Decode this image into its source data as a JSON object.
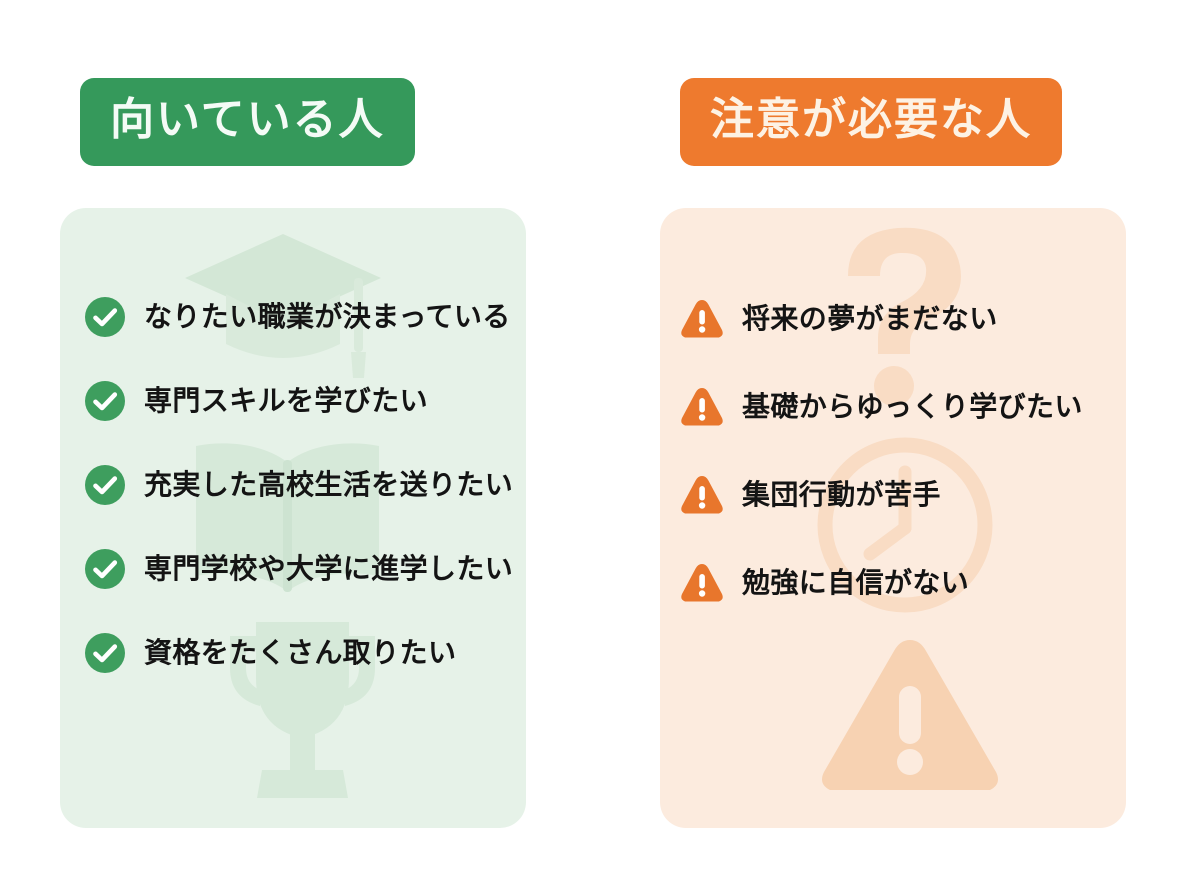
{
  "meta": {
    "background_color": "#FFFFFF",
    "accent_green": "#35995B",
    "accent_orange": "#EE7A2E",
    "panel_green_bg": "#E6F2E8",
    "panel_orange_bg": "#FCEBDE",
    "text_color": "#141414"
  },
  "columns": [
    {
      "badge": {
        "label": "向いている人",
        "background_color": "#35995B",
        "text_color": "#F4FBF6"
      },
      "panel": {
        "background_color": "#E6F2E8",
        "watermarks": [
          {
            "name": "graduation-cap-watermark",
            "label": "graduation-cap-icon"
          },
          {
            "name": "open-book-watermark",
            "label": "open-book-icon"
          },
          {
            "name": "trophy-watermark",
            "label": "trophy-icon"
          }
        ]
      },
      "items": [
        {
          "icon": "check-circle-icon",
          "text": "なりたい職業が決まっている"
        },
        {
          "icon": "check-circle-icon",
          "text": "専門スキルを学びたい"
        },
        {
          "icon": "check-circle-icon",
          "text": "充実した高校生活を送りたい"
        },
        {
          "icon": "check-circle-icon",
          "text": "専門学校や大学に進学したい"
        },
        {
          "icon": "check-circle-icon",
          "text": "資格をたくさん取りたい"
        }
      ]
    },
    {
      "badge": {
        "label": "注意が必要な人",
        "background_color": "#EE7A2E",
        "text_color": "#FDF2E4"
      },
      "panel": {
        "background_color": "#FCEBDE",
        "watermarks": [
          {
            "name": "question-mark-watermark",
            "label": "question-mark-icon"
          },
          {
            "name": "clock-watermark",
            "label": "clock-icon"
          },
          {
            "name": "warning-triangle-watermark",
            "label": "warning-triangle-icon"
          }
        ]
      },
      "items": [
        {
          "icon": "warning-triangle-icon",
          "text": "将来の夢がまだない"
        },
        {
          "icon": "warning-triangle-icon",
          "text": "基礎からゆっくり学びたい"
        },
        {
          "icon": "warning-triangle-icon",
          "text": "集団行動が苦手"
        },
        {
          "icon": "warning-triangle-icon",
          "text": "勉強に自信がない"
        }
      ]
    }
  ]
}
